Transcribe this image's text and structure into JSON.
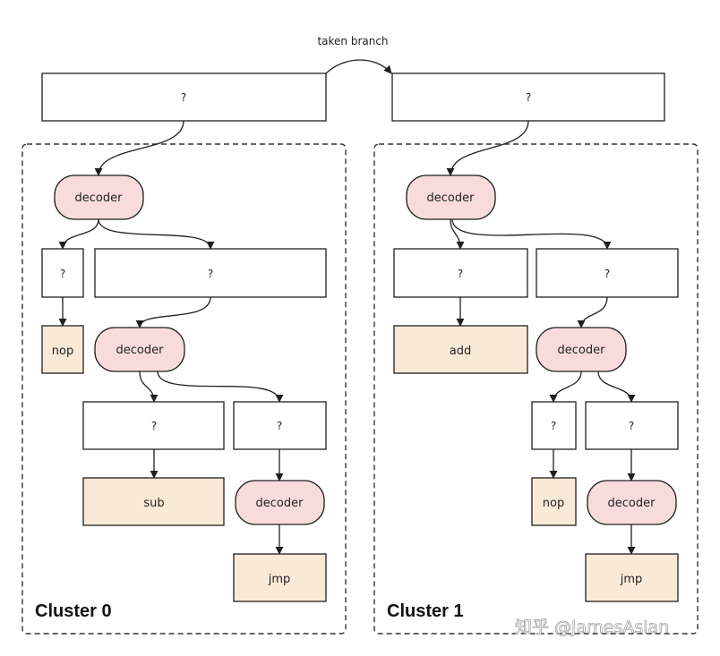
{
  "edge_label": "taken branch",
  "unknown": "?",
  "decoder": "decoder",
  "watermark": "知乎 @JamesAslan",
  "cluster0": {
    "title": "Cluster 0",
    "op_nop": "nop",
    "op_sub": "sub",
    "op_jmp": "jmp"
  },
  "cluster1": {
    "title": "Cluster 1",
    "op_add": "add",
    "op_nop": "nop",
    "op_jmp": "jmp"
  },
  "colors": {
    "decoder_fill": "#f8dcdc",
    "op_fill": "#fbe9d7",
    "box_fill": "#ffffff",
    "stroke": "#1f1f1f"
  }
}
